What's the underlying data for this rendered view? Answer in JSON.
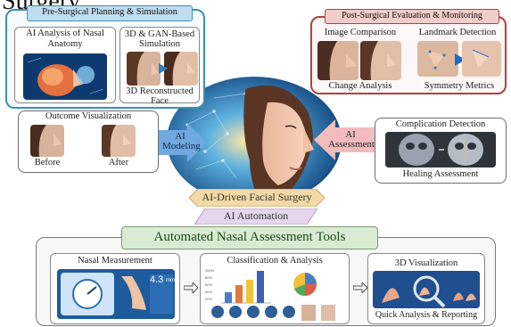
{
  "top_clip_text": "Surgery",
  "pre_surgical": {
    "title": "Pre-Surgical Planning & Simulation",
    "ai_analysis": "AI Analysis of Nasal Anatomy",
    "simulation": "3D & GAN-Based Simulation",
    "reconstructed": "3D Reconstructed Face"
  },
  "post_surgical": {
    "title": "Post-Surgical Evaluation & Monitoring",
    "image_comparison": "Image Comparison",
    "landmark_detection": "Landmark Detection",
    "change_analysis": "Change Analysis",
    "symmetry_metrics": "Symmetry Metrics"
  },
  "outcome": {
    "title": "Outcome Visualization",
    "before": "Before",
    "after": "After"
  },
  "complication": {
    "title": "Complication Detection",
    "healing": "Healing Assessment"
  },
  "center": {
    "ai_modeling": "AI Modeling",
    "ai_assessment": "AI Assessment",
    "banner": "AI-Driven Facial Surgery",
    "automation": "AI Automation"
  },
  "tools": {
    "title": "Automated Nasal Assessment Tools",
    "nasal_measurement": "Nasal Measurement",
    "measurement_value": "4.3",
    "measurement_unit": "mm",
    "classification": "Classification & Analysis",
    "axis_ticks": [
      "100%",
      "80%",
      "60%",
      "40%",
      "20%"
    ],
    "visualization": "3D Visualization",
    "quick_analysis": "Quick Analysis & Reporting"
  },
  "colors": {
    "pre_border": "#3c8fb0",
    "post_border": "#b3413a",
    "banner_bg": "#f3d9a6",
    "automation_bg": "#e5d6ee",
    "tools_title_bg": "#d9ecd3"
  }
}
